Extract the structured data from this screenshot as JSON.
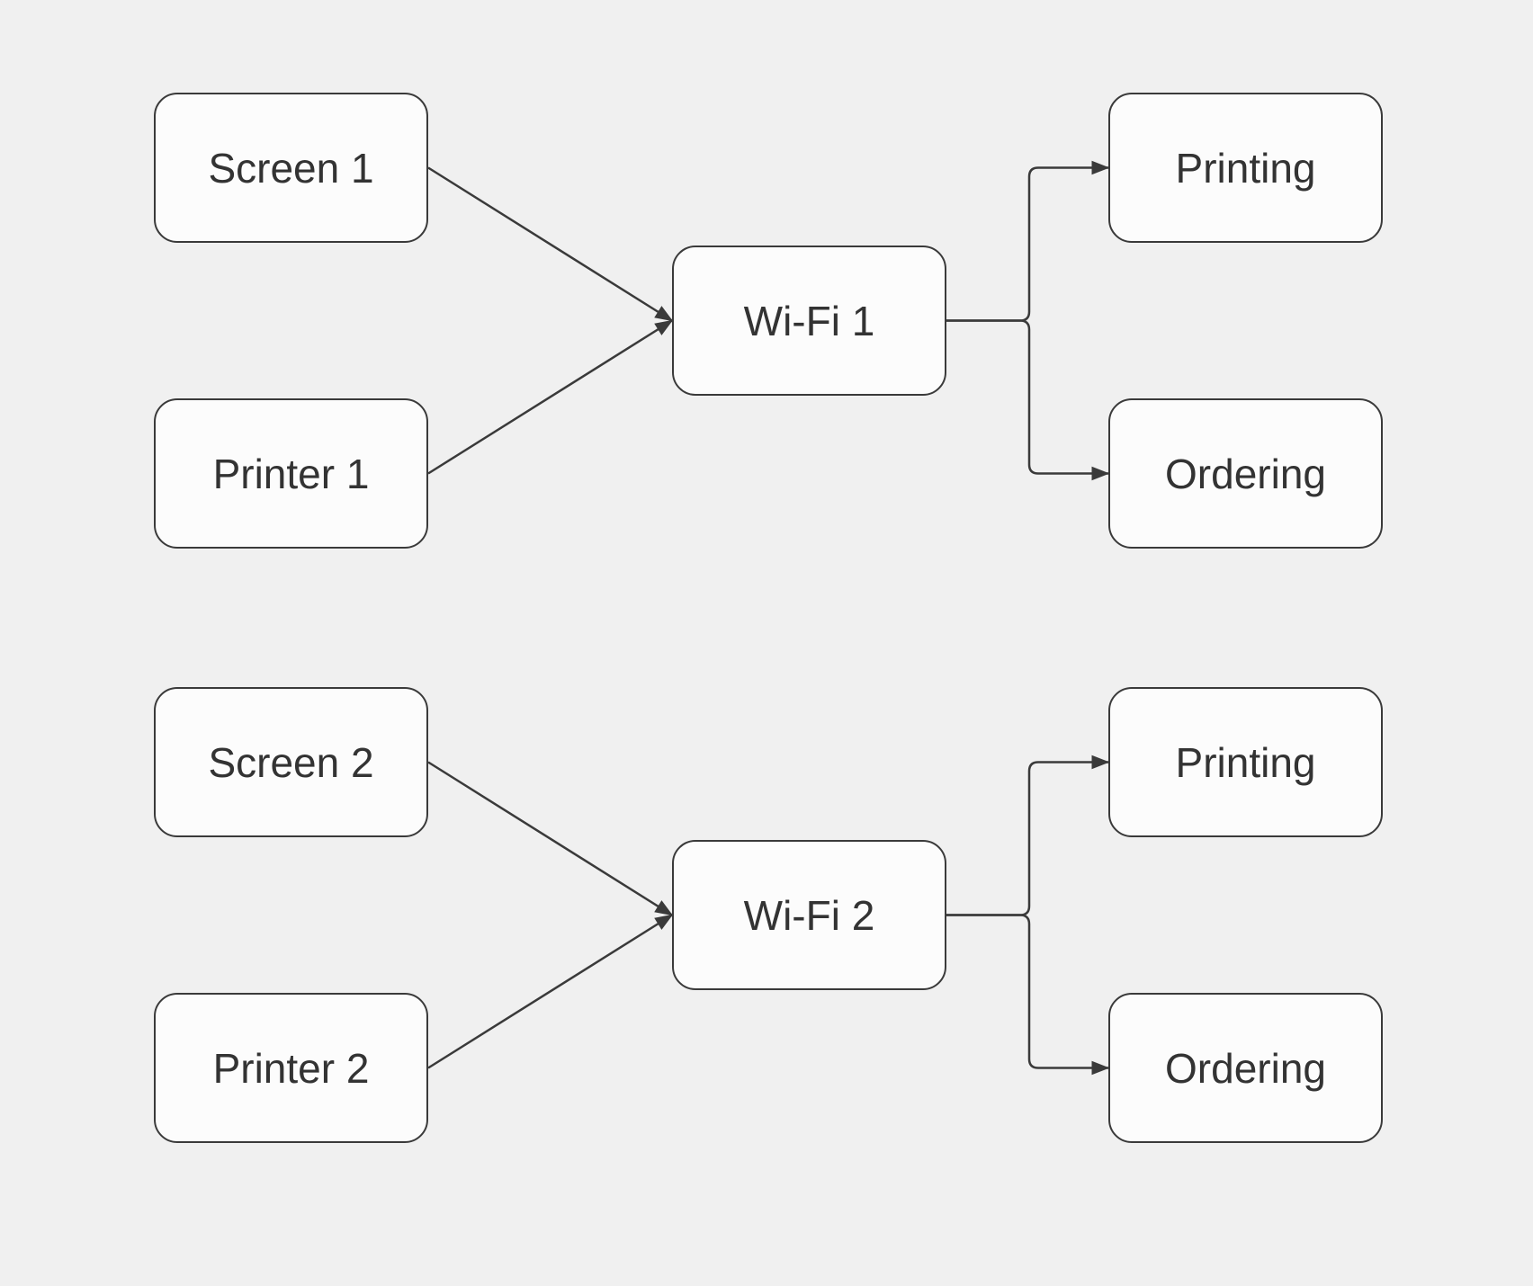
{
  "diagram": {
    "colors": {
      "background": "#f0f0f0",
      "node_fill": "#fcfcfc",
      "stroke": "#3a3a3a",
      "text": "#333333"
    },
    "nodes": [
      {
        "id": "screen-1",
        "label": "Screen 1"
      },
      {
        "id": "printer-1",
        "label": "Printer 1"
      },
      {
        "id": "wifi-1",
        "label": "Wi-Fi 1"
      },
      {
        "id": "printing-1",
        "label": "Printing"
      },
      {
        "id": "ordering-1",
        "label": "Ordering"
      },
      {
        "id": "screen-2",
        "label": "Screen 2"
      },
      {
        "id": "printer-2",
        "label": "Printer 2"
      },
      {
        "id": "wifi-2",
        "label": "Wi-Fi 2"
      },
      {
        "id": "printing-2",
        "label": "Printing"
      },
      {
        "id": "ordering-2",
        "label": "Ordering"
      }
    ],
    "edges": [
      {
        "from": "screen-1",
        "to": "wifi-1"
      },
      {
        "from": "printer-1",
        "to": "wifi-1"
      },
      {
        "from": "wifi-1",
        "to": "printing-1"
      },
      {
        "from": "wifi-1",
        "to": "ordering-1"
      },
      {
        "from": "screen-2",
        "to": "wifi-2"
      },
      {
        "from": "printer-2",
        "to": "wifi-2"
      },
      {
        "from": "wifi-2",
        "to": "printing-2"
      },
      {
        "from": "wifi-2",
        "to": "ordering-2"
      }
    ]
  }
}
